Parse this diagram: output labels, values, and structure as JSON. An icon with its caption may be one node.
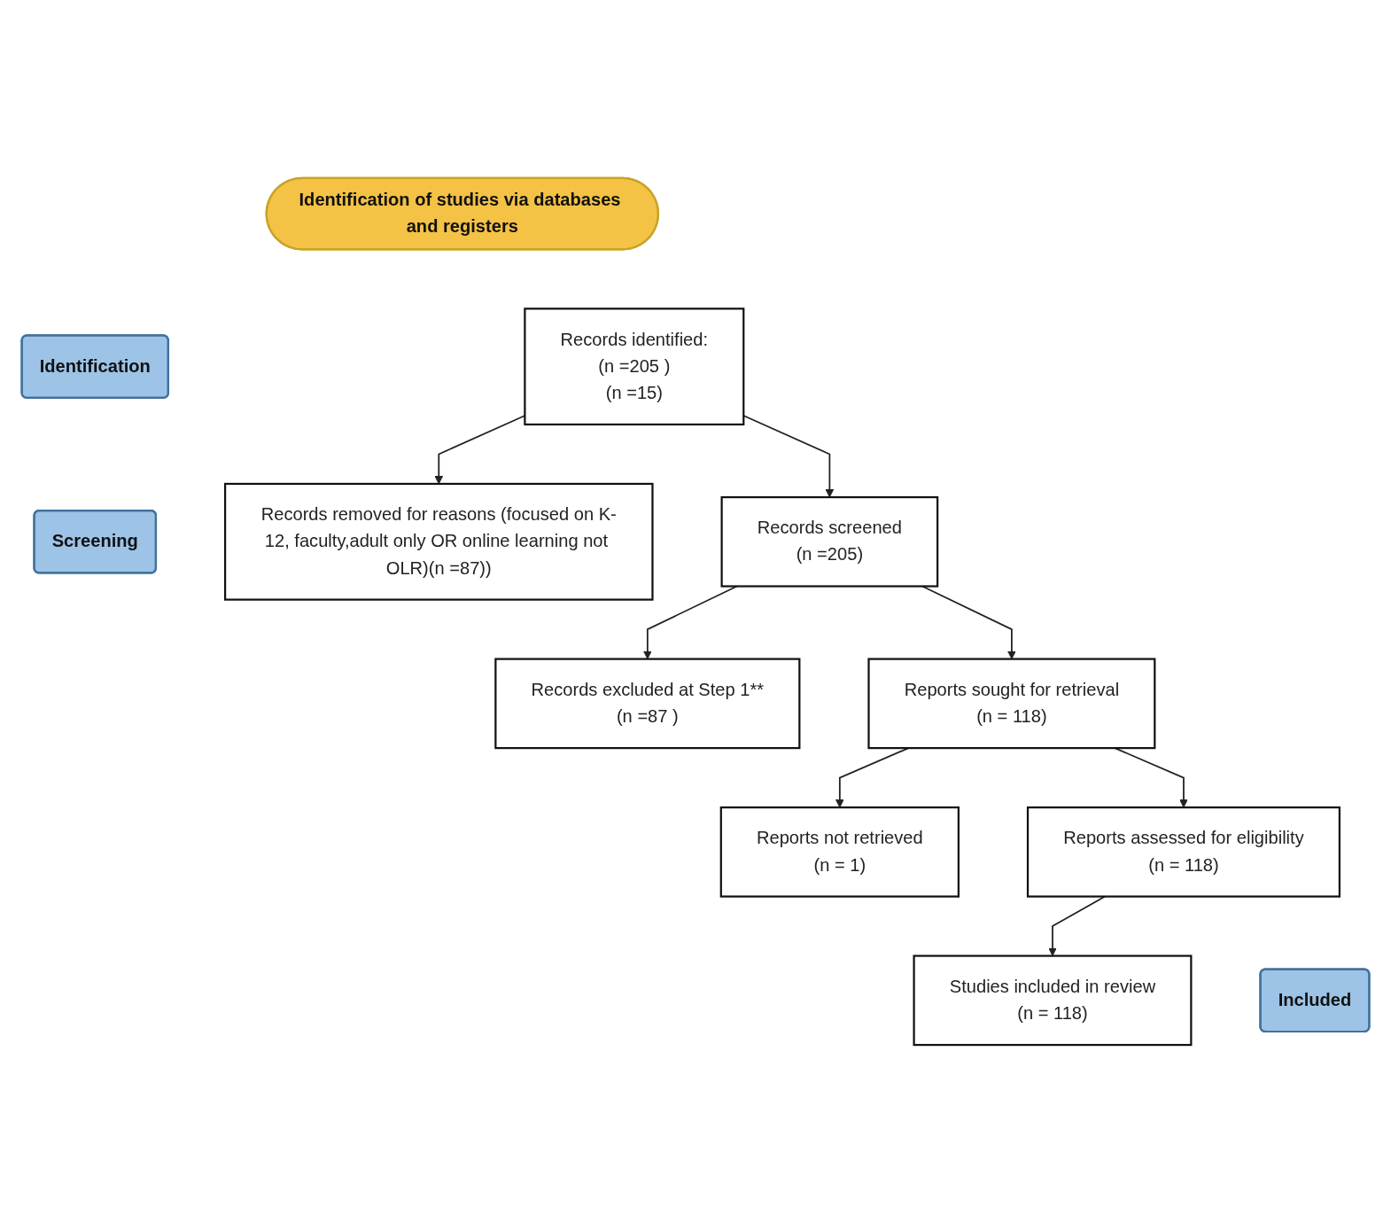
{
  "diagram": {
    "nodes": [
      {
        "text": [
          "Identification of studies via databases and registers"
        ]
      },
      {
        "text": [
          "Identification"
        ]
      },
      {
        "text": [
          "Records identified:",
          "(n =205 )",
          "(n =15)"
        ]
      },
      {
        "text": [
          "Records removed for reasons (focused on K-12, faculty,adult only OR online learning not OLR)(n =87))"
        ]
      },
      {
        "text": [
          "Screening"
        ]
      },
      {
        "text": [
          "Records screened",
          "(n =205)"
        ]
      },
      {
        "text": [
          "Records excluded at Step 1**",
          "(n =87 )"
        ]
      },
      {
        "text": [
          "Reports sought for retrieval",
          "(n = 118)"
        ]
      },
      {
        "text": [
          "Reports not retrieved",
          "(n = 1)"
        ]
      },
      {
        "text": [
          "Reports assessed for eligibility",
          "(n = 118)"
        ]
      },
      {
        "text": [
          "Included"
        ]
      },
      {
        "text": [
          "Studies included in review",
          "(n = 118)"
        ]
      }
    ],
    "edges": [
      {
        "from": 2,
        "to": 3,
        "arrow": "to"
      },
      {
        "from": 2,
        "to": 5,
        "arrow": "to"
      },
      {
        "from": 5,
        "to": 6,
        "arrow": "to"
      },
      {
        "from": 5,
        "to": 7,
        "arrow": "to"
      },
      {
        "from": 7,
        "to": 8,
        "arrow": "to"
      },
      {
        "from": 7,
        "to": 9,
        "arrow": "to"
      },
      {
        "from": 9,
        "to": 11,
        "arrow": "to"
      }
    ]
  }
}
